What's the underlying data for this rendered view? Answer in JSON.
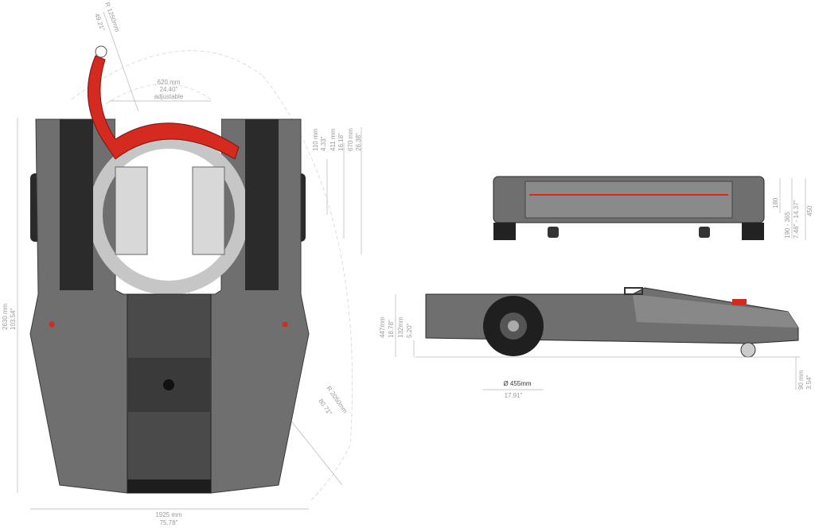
{
  "colors": {
    "body": "#6e6e6e",
    "body_dark": "#3a3a3a",
    "grip": "#2b2b2b",
    "ring": "#c9c9c9",
    "arm": "#d42a1f",
    "dim_text": "#9a9a9a"
  },
  "top_view": {
    "arm_radius": {
      "mm": "R 1250mm",
      "in": "49.21\""
    },
    "ring_width": {
      "mm": "620 mm",
      "in": "24.40\"",
      "note": "adjustable"
    },
    "dim_110": {
      "mm": "110 mm",
      "in": "4.33\""
    },
    "dim_411": {
      "mm": "411 mm",
      "in": "16.18\""
    },
    "dim_670": {
      "mm": "670 mm",
      "in": "26.38\""
    },
    "length": {
      "mm": "2630 mm",
      "in": "103.54\""
    },
    "turn_radius": {
      "mm": "R 2050mm",
      "in": "80.71\""
    },
    "width": {
      "mm": "1925 mm",
      "in": "75.78\""
    }
  },
  "front_view": {
    "dim_180": "180",
    "dim_range": {
      "mm": "190 - 365",
      "in": "7.48\" - 14.37\""
    },
    "dim_450": "450"
  },
  "side_view": {
    "height": {
      "mm": "447mm",
      "in": "18.78\""
    },
    "dim_132": {
      "mm": "132mm",
      "in": "5.20\""
    },
    "wheel": {
      "mm": "Ø 455mm",
      "in": "17.91\""
    },
    "clearance": {
      "mm": "90 mm",
      "in": "3.54\""
    }
  }
}
